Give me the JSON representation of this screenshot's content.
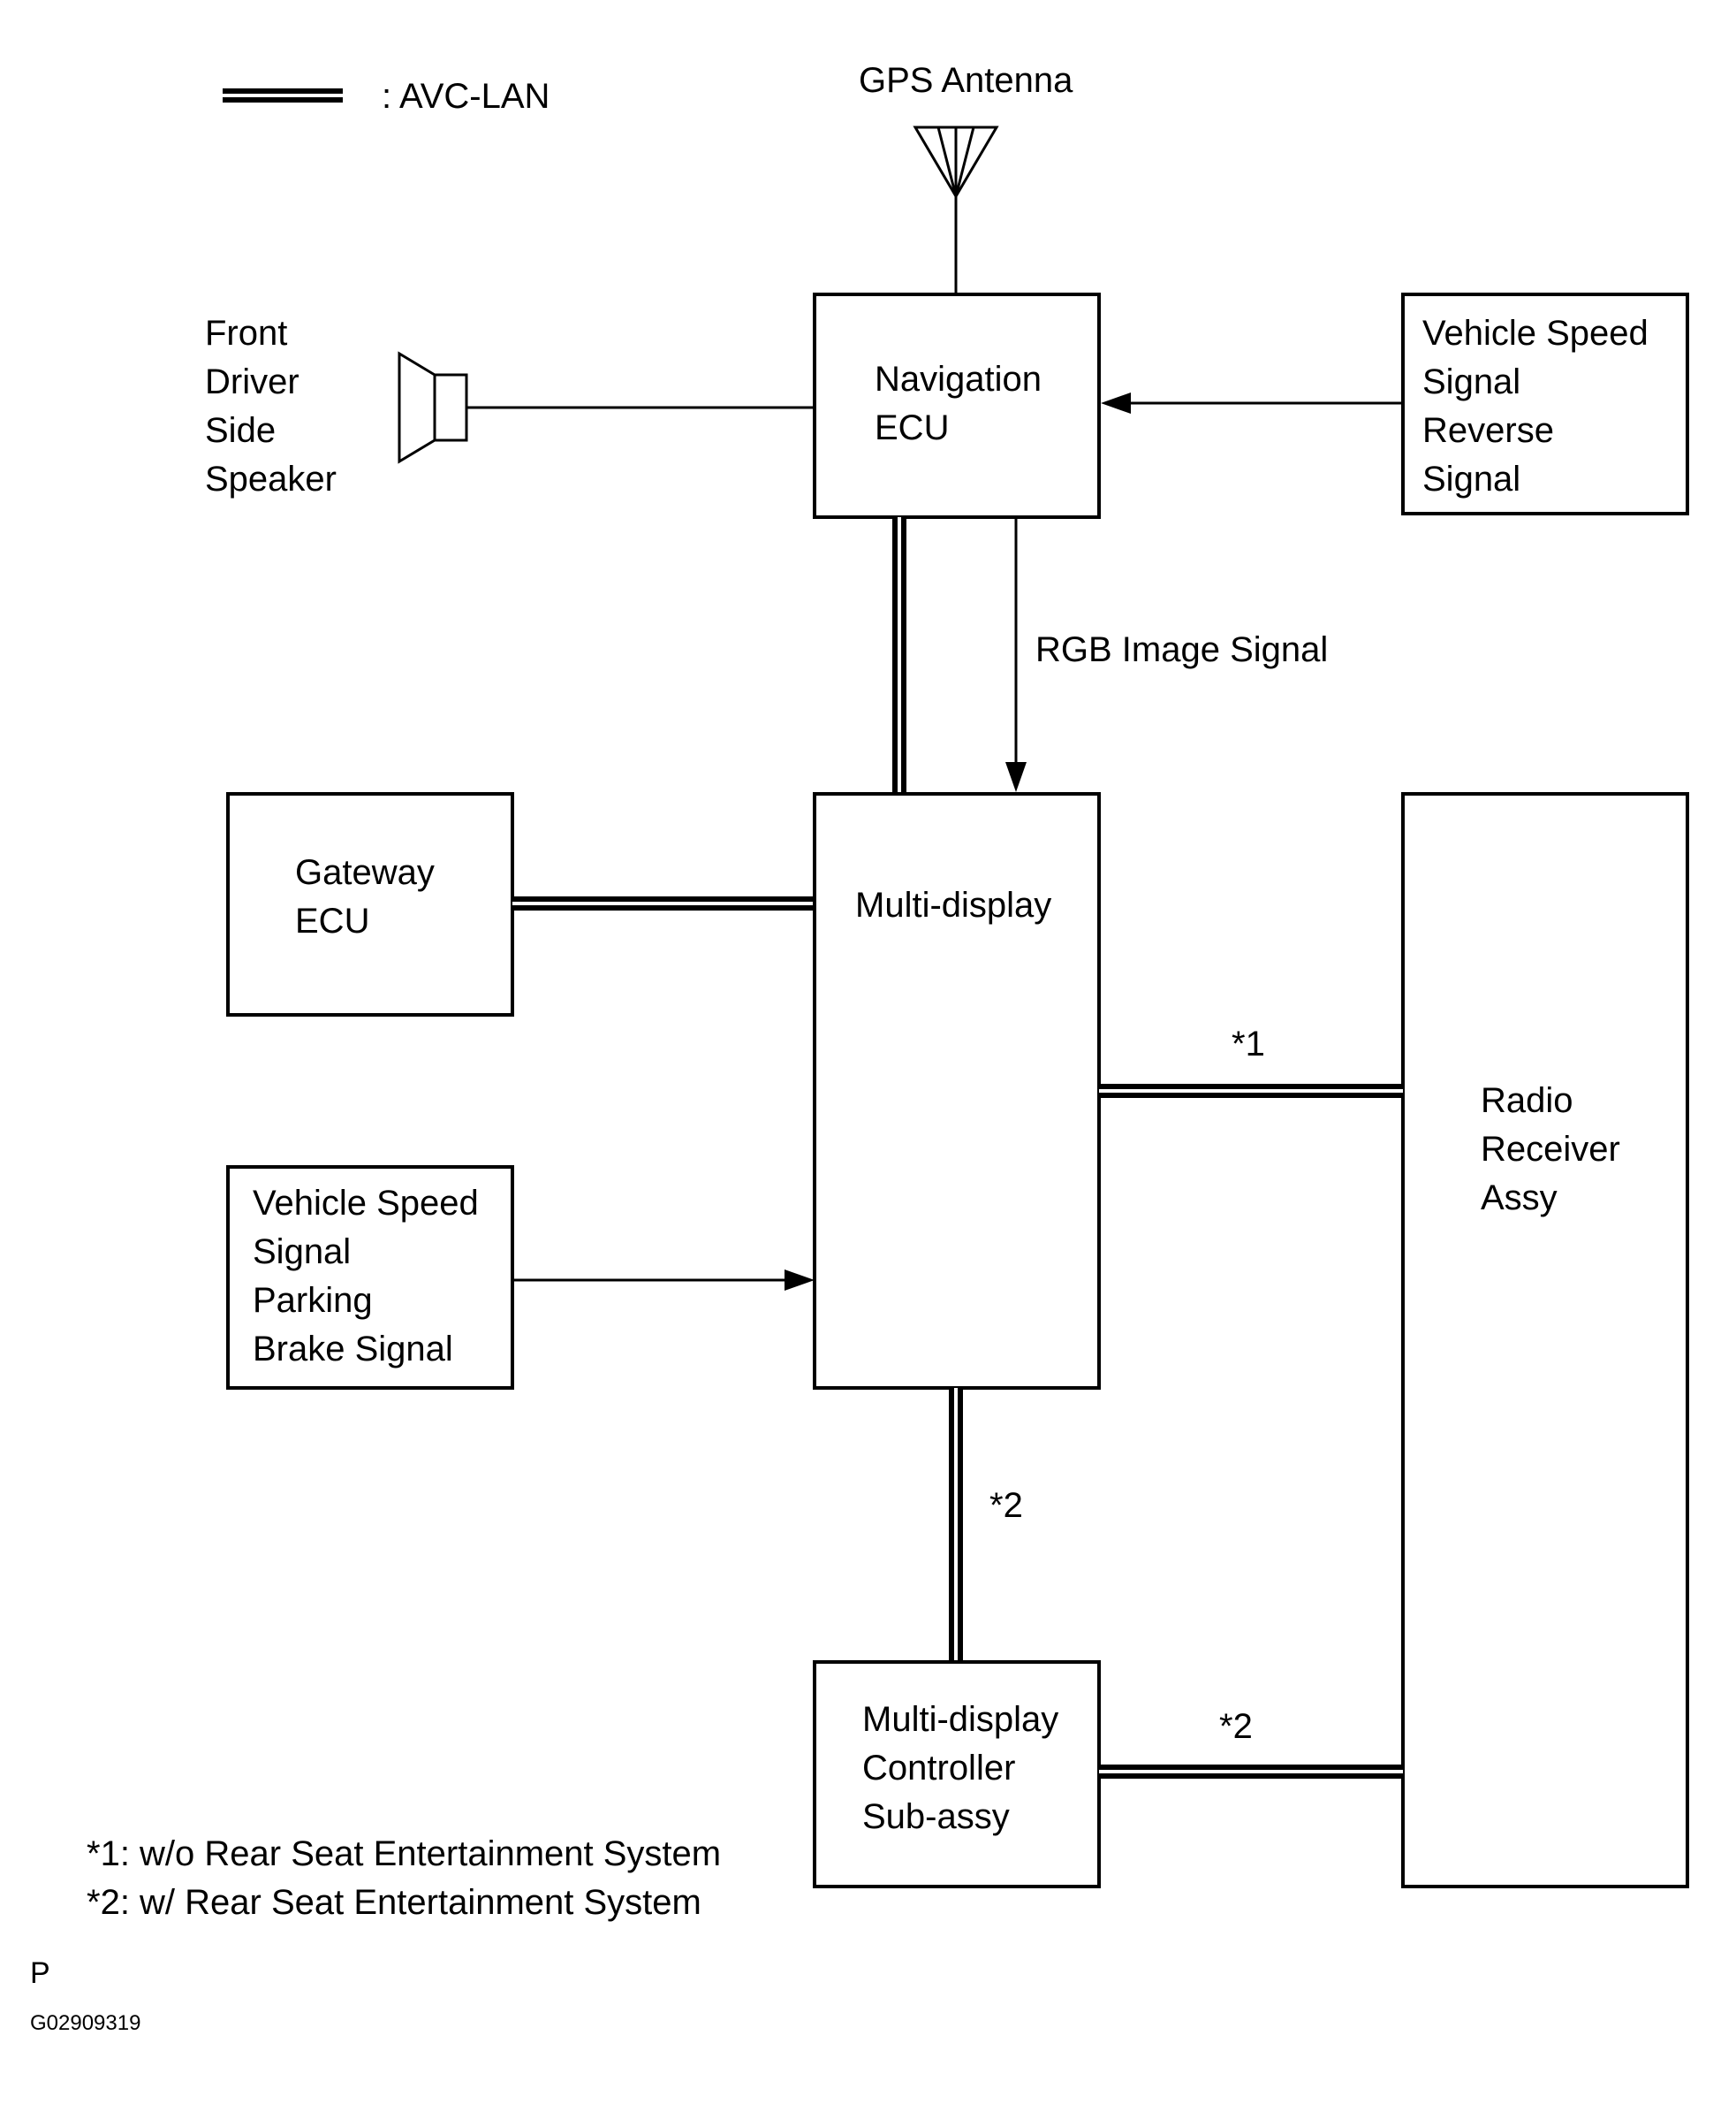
{
  "legend": {
    "avc_lan": ": AVC-LAN"
  },
  "components": {
    "gps_antenna": "GPS Antenna",
    "speaker": [
      "Front",
      "Driver",
      "Side",
      "Speaker"
    ],
    "navigation_ecu": [
      "Navigation",
      "ECU"
    ],
    "speed_reverse": [
      "Vehicle Speed",
      "Signal",
      "Reverse",
      "Signal"
    ],
    "gateway_ecu": [
      "Gateway",
      "ECU"
    ],
    "multi_display": "Multi-display",
    "speed_parking": [
      "Vehicle Speed",
      "Signal",
      "Parking",
      "Brake Signal"
    ],
    "radio_receiver": [
      "Radio",
      "Receiver",
      "Assy"
    ],
    "controller": [
      "Multi-display",
      "Controller",
      "Sub-assy"
    ]
  },
  "signals": {
    "rgb": "RGB Image Signal",
    "note1_marker": "*1",
    "note2_marker_a": "*2",
    "note2_marker_b": "*2"
  },
  "notes": [
    "*1: w/o Rear Seat Entertainment System",
    "*2: w/ Rear Seat Entertainment System"
  ],
  "footer": {
    "letter": "P",
    "code": "G02909319"
  }
}
